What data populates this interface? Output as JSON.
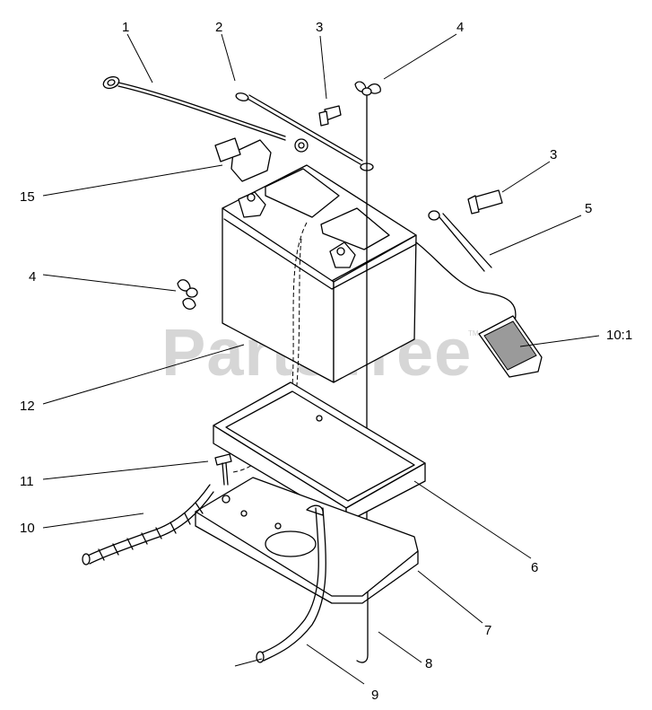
{
  "watermark": {
    "text": "PartsTree",
    "trademark": "TM"
  },
  "callouts": [
    {
      "id": "c1",
      "label": "1"
    },
    {
      "id": "c2",
      "label": "2"
    },
    {
      "id": "c3a",
      "label": "3"
    },
    {
      "id": "c4a",
      "label": "4"
    },
    {
      "id": "c3b",
      "label": "3"
    },
    {
      "id": "c5",
      "label": "5"
    },
    {
      "id": "c15",
      "label": "15"
    },
    {
      "id": "c4b",
      "label": "4"
    },
    {
      "id": "c101",
      "label": "10:1"
    },
    {
      "id": "c12",
      "label": "12"
    },
    {
      "id": "c11",
      "label": "11"
    },
    {
      "id": "c10",
      "label": "10"
    },
    {
      "id": "c6",
      "label": "6"
    },
    {
      "id": "c7",
      "label": "7"
    },
    {
      "id": "c8",
      "label": "8"
    },
    {
      "id": "c9",
      "label": "9"
    }
  ],
  "colors": {
    "line": "#000000",
    "watermark": "#d6d6d6",
    "shade": "#9a9a9a"
  }
}
